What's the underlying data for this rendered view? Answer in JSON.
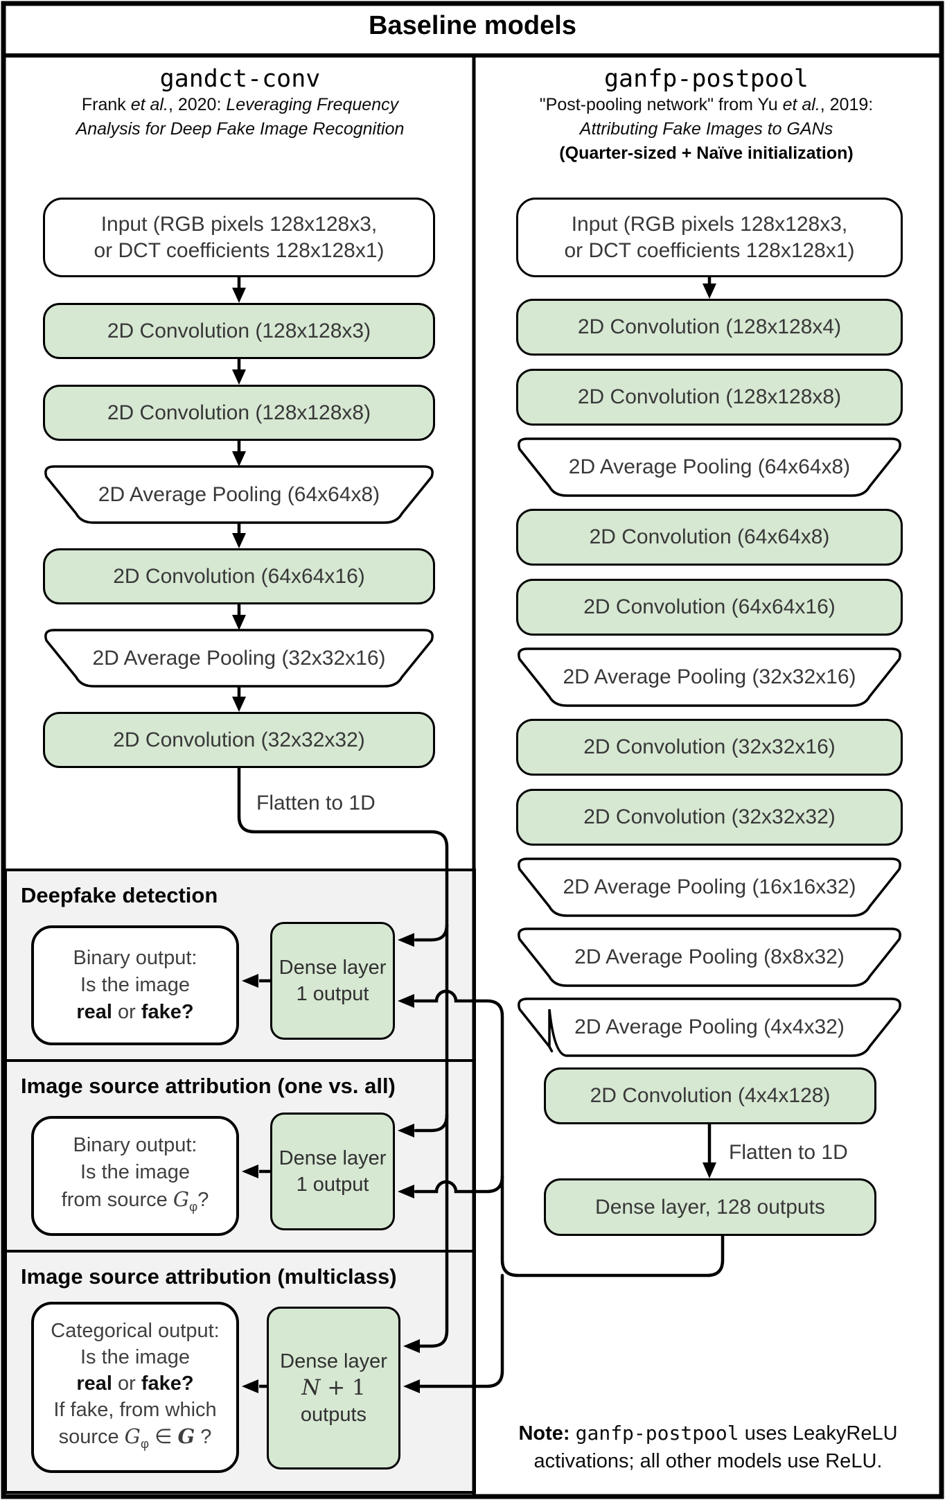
{
  "title": "Baseline models",
  "colors": {
    "node_green": "#d6e7d2",
    "node_white": "#ffffff",
    "section_bg": "#f2f2f2",
    "line": "#000000",
    "node_text": "#383838"
  },
  "left_model": {
    "name": "gandct-conv",
    "attribution_line1": {
      "roman1": "Frank ",
      "italic1": "et al.",
      "roman2": ", 2020: ",
      "italic2": "Leveraging Frequency"
    },
    "attribution_line2": "Analysis for Deep Fake Image Recognition",
    "nodes": [
      {
        "type": "input",
        "label": "Input (RGB pixels 128x128x3,\nor DCT coefficients 128x128x1)"
      },
      {
        "type": "conv",
        "label": "2D Convolution (128x128x3)"
      },
      {
        "type": "conv",
        "label": "2D Convolution (128x128x8)"
      },
      {
        "type": "pool",
        "label": "2D Average Pooling (64x64x8)"
      },
      {
        "type": "conv",
        "label": "2D Convolution (64x64x16)"
      },
      {
        "type": "pool",
        "label": "2D Average Pooling (32x32x16)"
      },
      {
        "type": "conv",
        "label": "2D Convolution (32x32x32)"
      }
    ],
    "flatten_label": "Flatten to 1D"
  },
  "right_model": {
    "name": "ganfp-postpool",
    "attribution_line1": {
      "roman1": "\"Post-pooling network\" from Yu ",
      "italic1": "et al.",
      "roman2": ", 2019:"
    },
    "attribution_line2": "Attributing Fake Images to GANs",
    "attribution_line3": "(Quarter-sized + Naïve initialization)",
    "nodes": [
      {
        "type": "input",
        "label": "Input (RGB pixels 128x128x3,\nor DCT coefficients 128x128x1)"
      },
      {
        "type": "conv",
        "label": "2D Convolution (128x128x4)"
      },
      {
        "type": "conv",
        "label": "2D Convolution (128x128x8)"
      },
      {
        "type": "pool",
        "label": "2D Average Pooling (64x64x8)"
      },
      {
        "type": "conv",
        "label": "2D Convolution (64x64x8)"
      },
      {
        "type": "conv",
        "label": "2D Convolution (64x64x16)"
      },
      {
        "type": "pool",
        "label": "2D Average Pooling (32x32x16)"
      },
      {
        "type": "conv",
        "label": "2D Convolution (32x32x16)"
      },
      {
        "type": "conv",
        "label": "2D Convolution (32x32x32)"
      },
      {
        "type": "pool",
        "label": "2D Average Pooling (16x16x32)"
      },
      {
        "type": "pool",
        "label": "2D Average Pooling (8x8x32)"
      },
      {
        "type": "pool",
        "label": "2D Average Pooling (4x4x32)"
      },
      {
        "type": "conv",
        "label": "2D Convolution (4x4x128)"
      },
      {
        "type": "dense",
        "label": "Dense layer, 128 outputs"
      }
    ],
    "flatten_label": "Flatten to 1D"
  },
  "tasks": [
    {
      "heading": "Deepfake detection",
      "output_box": {
        "l1": "Binary output:",
        "l2": "Is the image",
        "real": "real",
        "or": " or ",
        "fake": "fake?"
      },
      "dense": {
        "l1": "Dense layer",
        "l2": "1 output"
      }
    },
    {
      "heading": "Image source attribution (one vs. all)",
      "output_box": {
        "l1": "Binary output:",
        "l2": "Is the image",
        "from": "from source ",
        "g": "G",
        "phi": "φ",
        "q": "?"
      },
      "dense": {
        "l1": "Dense layer",
        "l2": "1 output"
      }
    },
    {
      "heading": "Image source attribution (multiclass)",
      "output_box": {
        "l1": "Categorical output:",
        "l2": "Is the image",
        "real": "real",
        "or": " or ",
        "fake": "fake?",
        "l4": "If fake, from which",
        "src": "source ",
        "g": "G",
        "phi": "φ",
        "elem": " ∈ ",
        "set": "G",
        "q": " ?"
      },
      "dense": {
        "l1": "Dense layer",
        "n": "N",
        "plus_one": " + 1",
        "l3": "outputs"
      }
    }
  ],
  "note": {
    "bold": "Note: ",
    "mono": "ganfp-postpool",
    "rest": " uses LeakyReLU",
    "line2": "activations; all other models use ReLU."
  }
}
